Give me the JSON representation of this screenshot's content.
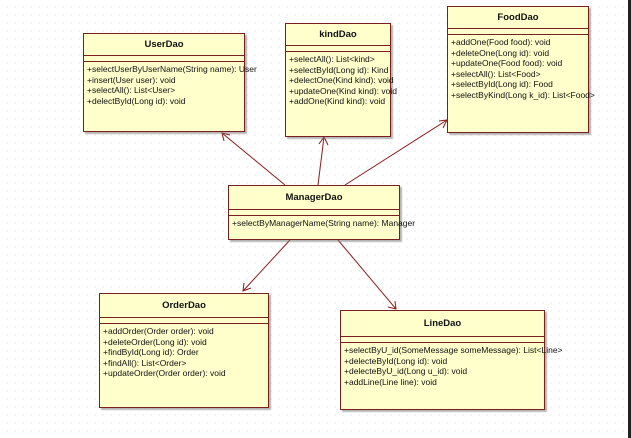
{
  "classes": {
    "userdao": {
      "name": "UserDao",
      "operations": [
        "+selectUserByUserName(String name): User",
        "+insert(User user): void",
        "+selectAll(): List<User>",
        "+delectById(Long id): void"
      ]
    },
    "kinddao": {
      "name": "kindDao",
      "operations": [
        "+selectAll(): List<kind>",
        "+selectById(Long id): Kind",
        "+delectOne(Kind kind): void",
        "+updateOne(Kind kind): void",
        "+addOne(Kind kind): void"
      ]
    },
    "fooddao": {
      "name": "FoodDao",
      "operations": [
        "+addOne(Food food): void",
        "+deleteOne(Long id): void",
        "+updateOne(Food food): void",
        "+selectAll(): List<Food>",
        "+selectById(Long id): Food",
        "+selectByKind(Long k_id): List<Food>"
      ]
    },
    "managerdao": {
      "name": "ManagerDao",
      "operations": [
        "+selectByManagerName(String name): Manager"
      ]
    },
    "orderdao": {
      "name": "OrderDao",
      "operations": [
        "+addOrder(Order order): void",
        "+deleteOrder(Long id): void",
        "+findById(Long id): Order",
        "+findAll(): List<Order>",
        "+updateOrder(Order order): void"
      ]
    },
    "linedao": {
      "name": "LineDao",
      "operations": [
        "+selectByU_id(SomeMessage someMessage): List<Line>",
        "+delecteById(Long id): void",
        "+delecteByU_id(Long u_id): void",
        "+addLine(Line line): void"
      ]
    }
  },
  "edges": [
    {
      "from": "ManagerDao",
      "to": "UserDao"
    },
    {
      "from": "ManagerDao",
      "to": "kindDao"
    },
    {
      "from": "ManagerDao",
      "to": "FoodDao"
    },
    {
      "from": "ManagerDao",
      "to": "OrderDao"
    },
    {
      "from": "ManagerDao",
      "to": "LineDao"
    }
  ],
  "colors": {
    "class_fill": "#ffffcc",
    "class_border": "#7a1f1f",
    "arrow": "#8b1a1a"
  }
}
